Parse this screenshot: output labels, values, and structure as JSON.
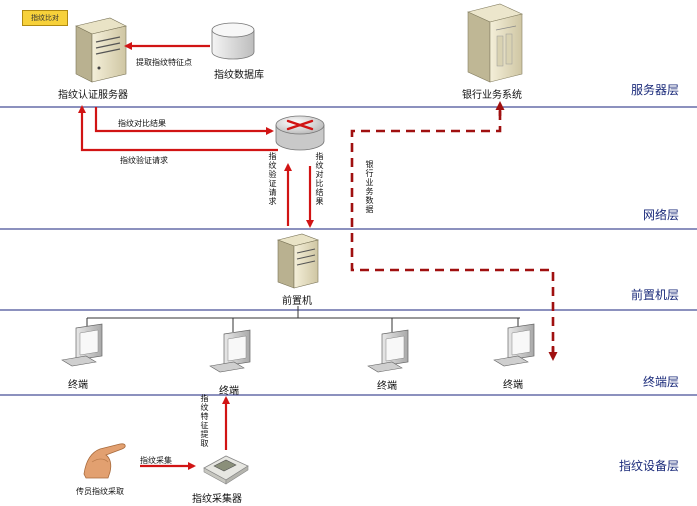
{
  "note": "指纹比对",
  "nodes": {
    "auth_server": "指纹认证服务器",
    "fp_database": "指纹数据库",
    "bank_system": "银行业务系统",
    "router_label_hidden": "",
    "front_machine": "前置机",
    "terminal_1": "终端",
    "terminal_2": "终端",
    "terminal_3": "终端",
    "terminal_4": "终端",
    "fp_collector": "指纹采集器",
    "person": "传员指纹采取"
  },
  "edges": {
    "extract_features": "提取指纹特征点",
    "compare_result_top": "指纹对比结果",
    "verify_request_left": "指纹验证请求",
    "verify_request_vertical": "指纹验证请求",
    "compare_result_vertical": "指纹对比结果",
    "bank_service": "银行业务数据",
    "fp_collect": "指纹采集",
    "fp_feature_extract": "指纹特征提取"
  },
  "layers": {
    "server": "服务器层",
    "network": "网络层",
    "front": "前置机层",
    "terminal": "终端层",
    "device": "指纹设备层"
  },
  "colors": {
    "arrow": "#d11414",
    "dashed": "#a01010",
    "layer_line": "#1a237e",
    "layer_text": "#1a2a7a"
  }
}
